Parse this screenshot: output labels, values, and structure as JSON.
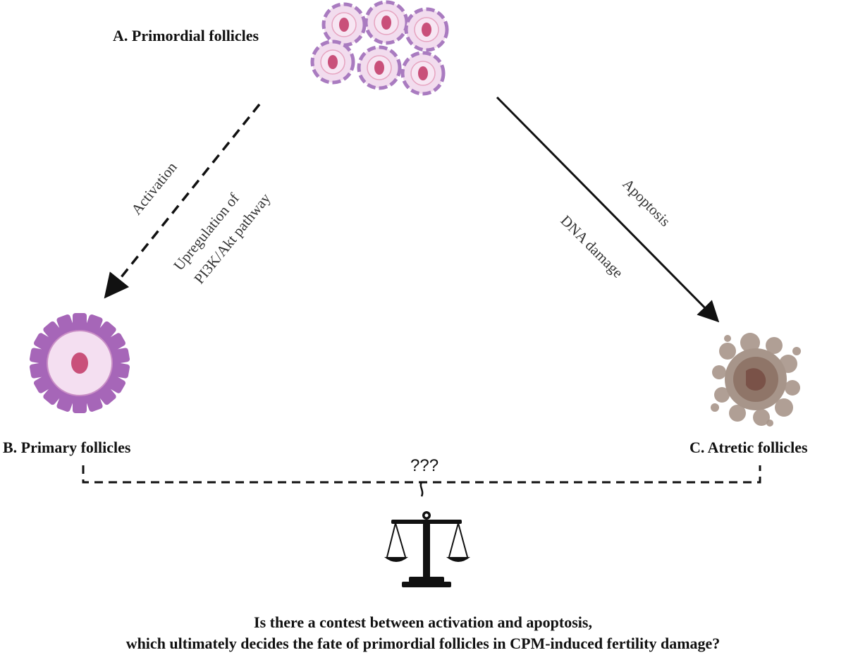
{
  "nodes": {
    "primordial": {
      "label": "A. Primordial follicles"
    },
    "primary": {
      "label": "B. Primary follicles"
    },
    "atretic": {
      "label": "C. Atretic follicles"
    }
  },
  "edges": {
    "activation": {
      "label": "Activation",
      "sublabel_line1": "Upregulation of",
      "sublabel_line2": "PI3K/Akt pathway"
    },
    "apoptosis": {
      "label": "Apoptosis",
      "sublabel": "DNA damage"
    },
    "balance": {
      "label": "???"
    }
  },
  "question": {
    "line1": "Is there a contest between activation and apoptosis,",
    "line2": "which ultimately decides the fate of primordial follicles in CPM-induced fertility damage?"
  },
  "colors": {
    "primordial_fill": "#f2dcee",
    "primordial_ring": "#a97bc0",
    "nucleus": "#c9507a",
    "nucleus_light": "#e6a4c0",
    "primary_granulosa": "#a666b8",
    "primary_fill": "#f4dff1",
    "atretic_outer": "#a7958a",
    "atretic_inner": "#8f7568",
    "atretic_core": "#7a5248",
    "arrow": "#111111"
  },
  "icons": {
    "balance": "scale-of-justice-icon"
  }
}
